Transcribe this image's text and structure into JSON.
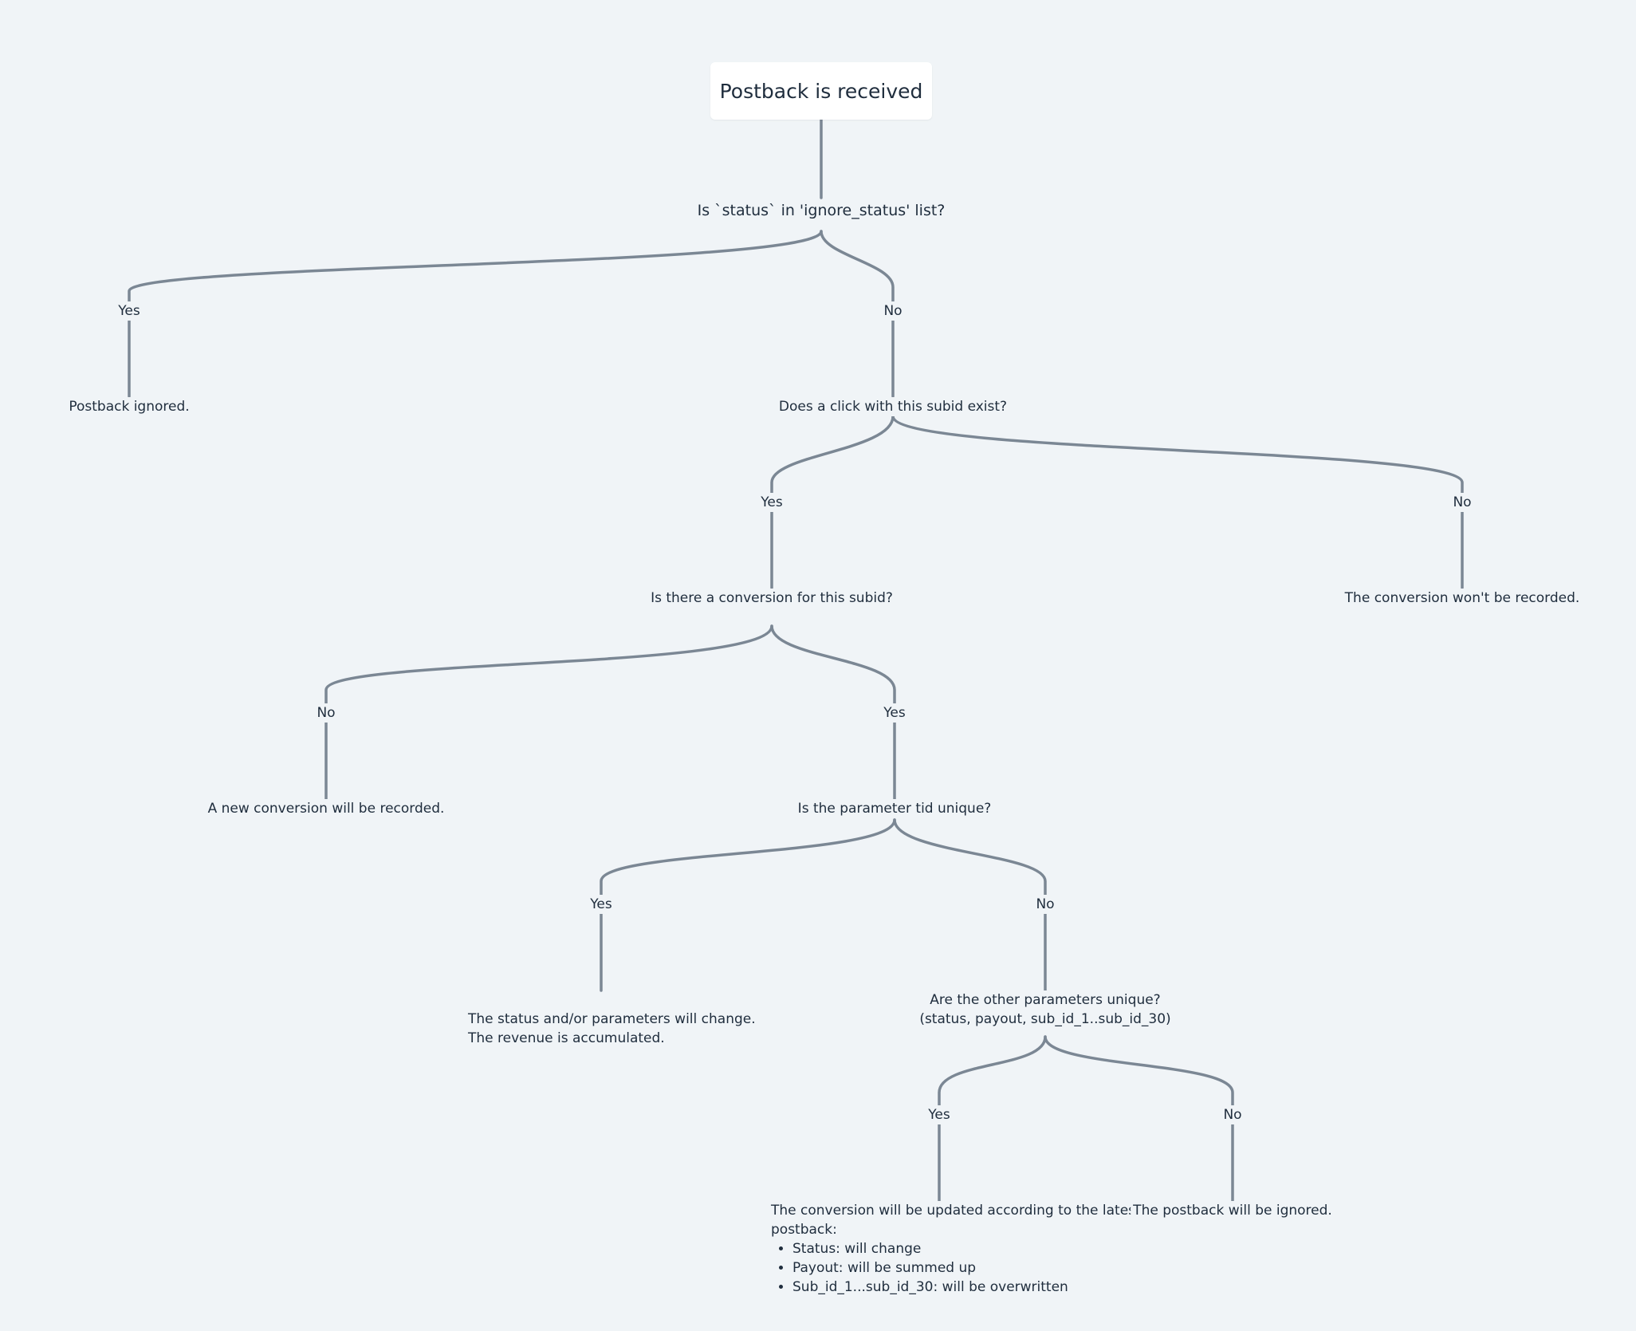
{
  "diagram": {
    "root": "Postback is received",
    "q_ignore_status": "Is `status` in 'ignore_status' list?",
    "yes_ignore": "Yes",
    "no_ignore": "No",
    "postback_ignored": "Postback ignored.",
    "q_click_exists": "Does a click with this subid exist?",
    "yes_click": "Yes",
    "no_click": "No",
    "conversion_not_recorded": "The conversion won't be recorded.",
    "q_conversion_exists": "Is there a conversion for this subid?",
    "no_conversion": "No",
    "yes_conversion": "Yes",
    "new_conversion": "A new conversion will be recorded.",
    "q_tid_unique": "Is the parameter tid unique?",
    "yes_tid": "Yes",
    "no_tid": "No",
    "status_change_line1": "The status and/or parameters will change.",
    "status_change_line2": "The revenue is accumulated.",
    "q_other_unique_line1": "Are the other parameters unique?",
    "q_other_unique_line2": "(status, payout, sub_id_1..sub_id_30)",
    "yes_other": "Yes",
    "no_other": "No",
    "updated_line1": "The conversion will be updated according to the latest",
    "updated_line2": "postback:",
    "updated_items": [
      "Status: will change",
      "Payout: will be summed up",
      "Sub_id_1...sub_id_30: will be overwritten"
    ],
    "postback_will_be_ignored": "The postback will be ignored."
  }
}
